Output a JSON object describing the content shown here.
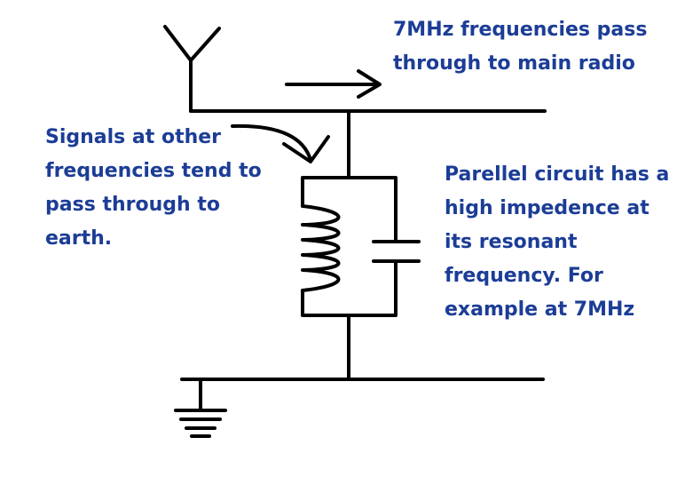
{
  "colors": {
    "wire": "#000000",
    "text": "#1c3d96",
    "background": "#ffffff"
  },
  "components": {
    "antenna": "antenna-icon",
    "inductor": "inductor-icon",
    "capacitor": "capacitor-icon",
    "ground": "ground-icon"
  },
  "annotations": {
    "pass_through": {
      "lines": [
        "7MHz frequencies pass",
        "through to main radio"
      ]
    },
    "other_frequencies": {
      "lines": [
        "Signals at other",
        "frequencies tend to",
        "pass through to",
        "earth."
      ]
    },
    "parallel_circuit": {
      "lines": [
        "Parellel circuit has a",
        "high impedence at",
        "its resonant",
        "frequency. For",
        "example at 7MHz"
      ]
    }
  }
}
